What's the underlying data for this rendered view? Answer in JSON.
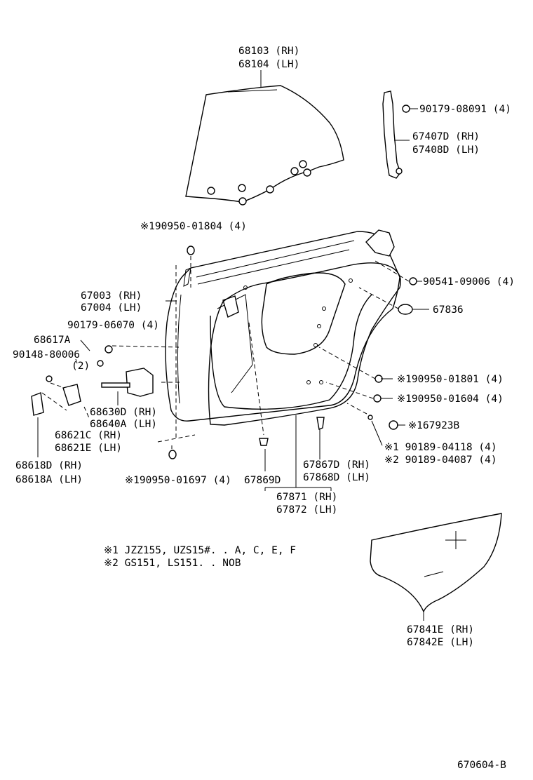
{
  "labels": {
    "glass_rh": "68103 (RH)",
    "glass_lh": "68104 (LH)",
    "bolt_90179_08091": "90179-08091 (4)",
    "frame_rh": "67407D (RH)",
    "frame_lh": "67408D (LH)",
    "plug_01804": "※190950-01804 (4)",
    "screw_90541": "90541-09006 (4)",
    "grommet_67836": "67836",
    "panel_rh": "67003 (RH)",
    "panel_lh": "67004 (LH)",
    "nut_90179_06070": "90179-06070 (4)",
    "bolt_68617a": "68617A",
    "bolt_90148_a": "90148-80006",
    "bolt_90148_b": "(2)",
    "plug_01801": "※190950-01801 (4)",
    "plug_01604": "※190950-01604 (4)",
    "clip_167923b": "※167923B",
    "check_rh": "68630D (RH)",
    "check_lh": "68640A (LH)",
    "hinge_upper_rh": "68621C (RH)",
    "hinge_upper_lh": "68621E (LH)",
    "screw_mark1": "※1  90189-04118 (4)",
    "screw_mark2": "※2  90189-04087 (4)",
    "hinge_lower_rh": "68618D (RH)",
    "hinge_lower_lh": "68618A (LH)",
    "plug_01697": "※190950-01697 (4)",
    "clip_67869d": "67869D",
    "clip_rh": "67867D (RH)",
    "clip_lh": "67868D (LH)",
    "weather_rh": "67871 (RH)",
    "weather_lh": "67872 (LH)",
    "cover_rh": "67841E (RH)",
    "cover_lh": "67842E (LH)"
  },
  "notes": {
    "note1": "※1  JZZ155, UZS15#. . A, C, E, F",
    "note2": "※2  GS151, LS151. . NOB"
  },
  "footer": {
    "figure_code": "670604-B"
  }
}
